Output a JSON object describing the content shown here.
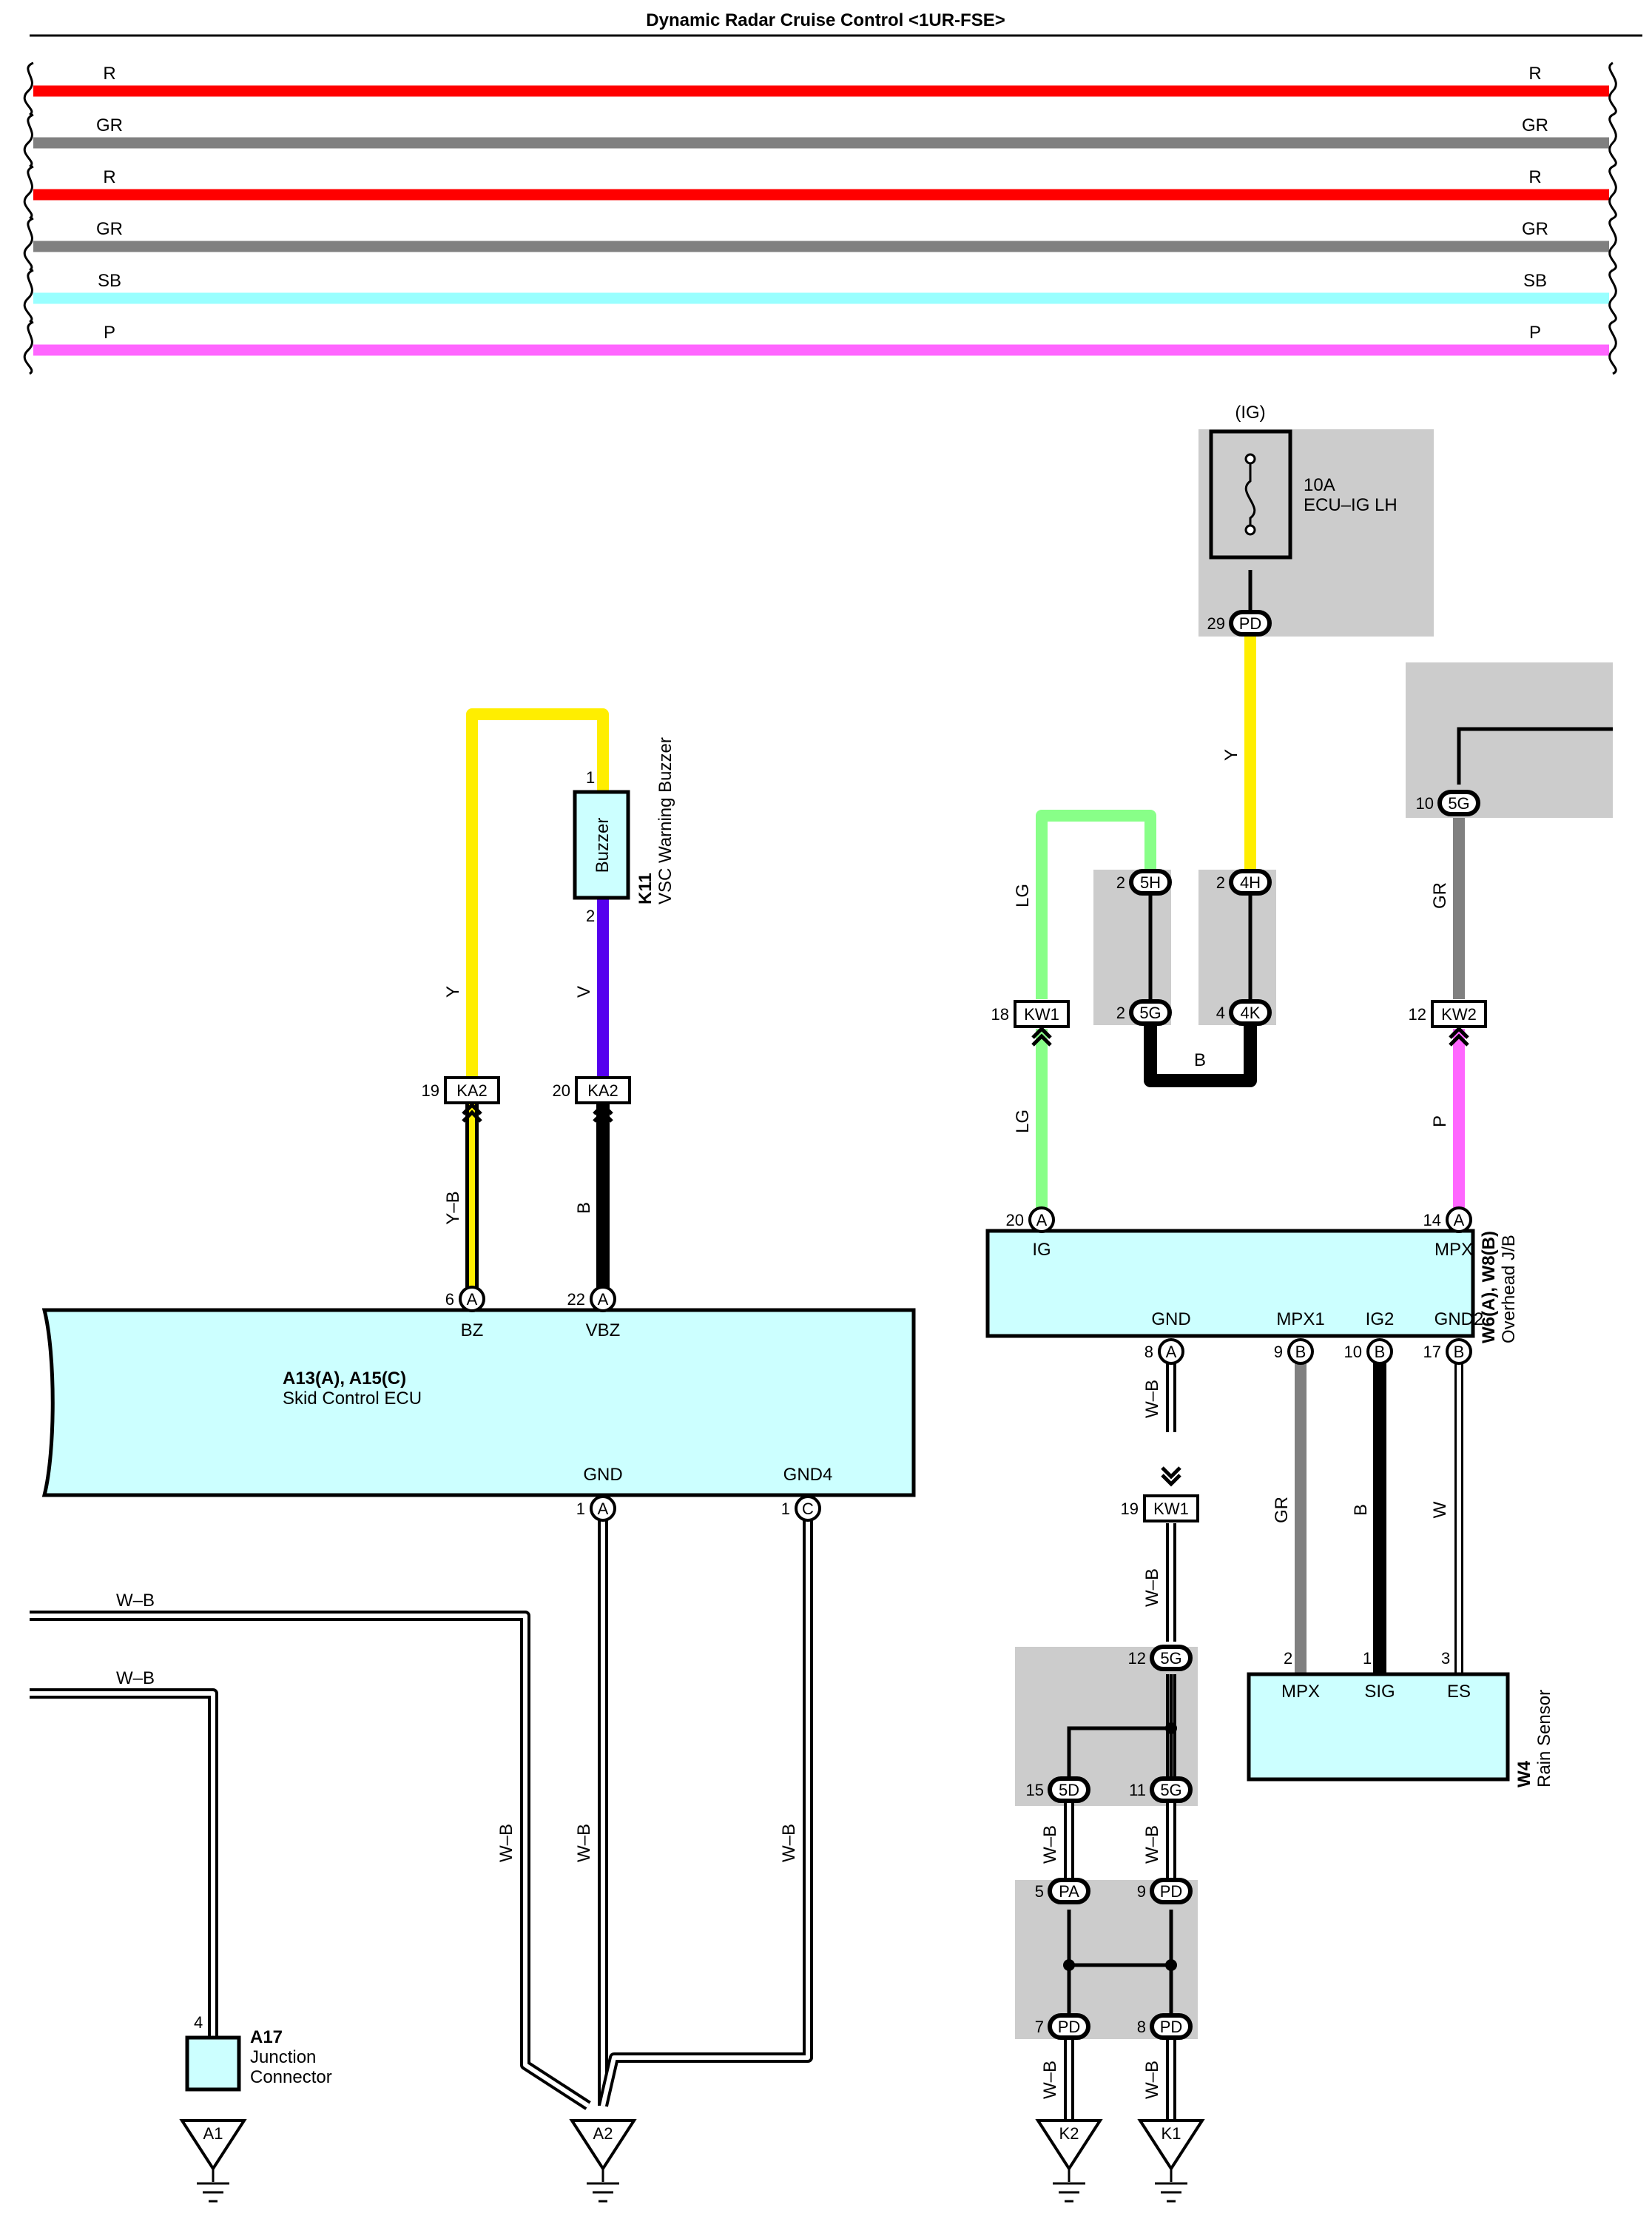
{
  "title": "Dynamic Radar Cruise Control <1UR-FSE>",
  "buses": [
    {
      "code": "R",
      "color": "#ff0000"
    },
    {
      "code": "GR",
      "color": "#808080"
    },
    {
      "code": "R",
      "color": "#ff0000"
    },
    {
      "code": "GR",
      "color": "#808080"
    },
    {
      "code": "SB",
      "color": "#99ffff"
    },
    {
      "code": "P",
      "color": "#ff66ff"
    }
  ],
  "wire_colors": {
    "Y": "#ffee00",
    "V": "#5500ee",
    "B": "#000000",
    "LG": "#88ff88",
    "GR": "#808080",
    "P": "#ff66ff",
    "W": "#ffffff",
    "W-B": "#ffffff",
    "Y-B": "#ffee00"
  },
  "colors": {
    "component_fill": "#ccffff",
    "junction_shade": "#cccccc"
  },
  "fuse": {
    "source": "(IG)",
    "rating": "10A",
    "name": "ECU–IG LH",
    "pin": "29",
    "connector": "PD"
  },
  "buzzer": {
    "id": "K11",
    "name": "VSC Warning Buzzer",
    "body": "Buzzer",
    "pin1": "1",
    "pin2": "2"
  },
  "skid_ecu": {
    "id": "A13(A), A15(C)",
    "name": "Skid Control ECU",
    "terminals": [
      {
        "pin": "6",
        "conn": "A",
        "label": "BZ"
      },
      {
        "pin": "22",
        "conn": "A",
        "label": "VBZ"
      },
      {
        "pin": "1",
        "conn": "A",
        "label": "GND"
      },
      {
        "pin": "1",
        "conn": "C",
        "label": "GND4"
      }
    ]
  },
  "overhead_jb": {
    "id": "W6(A), W8(B)",
    "name": "Overhead J/B",
    "terminals": [
      {
        "pin": "20",
        "conn": "A",
        "label": "IG"
      },
      {
        "pin": "14",
        "conn": "A",
        "label": "MPX"
      },
      {
        "pin": "8",
        "conn": "A",
        "label": "GND"
      },
      {
        "pin": "9",
        "conn": "B",
        "label": "MPX1"
      },
      {
        "pin": "10",
        "conn": "B",
        "label": "IG2"
      },
      {
        "pin": "17",
        "conn": "B",
        "label": "GND2"
      }
    ]
  },
  "rain_sensor": {
    "id": "W4",
    "name": "Rain Sensor",
    "terminals": [
      {
        "pin": "2",
        "label": "MPX"
      },
      {
        "pin": "1",
        "label": "SIG"
      },
      {
        "pin": "3",
        "label": "ES"
      }
    ]
  },
  "junction_connector": {
    "id": "A17",
    "name_line1": "Junction",
    "name_line2": "Connector",
    "pin": "4"
  },
  "inline_connectors": [
    {
      "pin": "19",
      "code": "KA2"
    },
    {
      "pin": "20",
      "code": "KA2"
    },
    {
      "pin": "18",
      "code": "KW1"
    },
    {
      "pin": "12",
      "code": "KW2"
    },
    {
      "pin": "19",
      "code": "KW1"
    }
  ],
  "junction_pins": [
    {
      "pin": "2",
      "code": "5H"
    },
    {
      "pin": "2",
      "code": "5G"
    },
    {
      "pin": "2",
      "code": "4H"
    },
    {
      "pin": "4",
      "code": "4K"
    },
    {
      "pin": "10",
      "code": "5G"
    },
    {
      "pin": "12",
      "code": "5G"
    },
    {
      "pin": "15",
      "code": "5D"
    },
    {
      "pin": "11",
      "code": "5G"
    },
    {
      "pin": "5",
      "code": "PA"
    },
    {
      "pin": "9",
      "code": "PD"
    },
    {
      "pin": "7",
      "code": "PD"
    },
    {
      "pin": "8",
      "code": "PD"
    }
  ],
  "grounds": [
    "A1",
    "A2",
    "K2",
    "K1"
  ],
  "wire_labels": {
    "y_buzzer": "Y",
    "v_buzzer": "V",
    "yb": "Y–B",
    "b_vbz": "B",
    "lg_upper": "LG",
    "lg_lower": "LG",
    "b_bridge": "B",
    "y_fuse": "Y",
    "gr_top": "GR",
    "p_mpx": "P",
    "wb_gnd": "W–B",
    "wb_kw1": "W–B",
    "gr_mpx1": "GR",
    "b_ig2": "B",
    "w_gnd2": "W",
    "wb_5d": "W–B",
    "wb_5g": "W–B",
    "wb_k2": "W–B",
    "wb_k1": "W–B",
    "wb_left1": "W–B",
    "wb_left2": "W–B",
    "wb_v1": "W–B",
    "wb_v2": "W–B",
    "wb_v3": "W–B"
  }
}
